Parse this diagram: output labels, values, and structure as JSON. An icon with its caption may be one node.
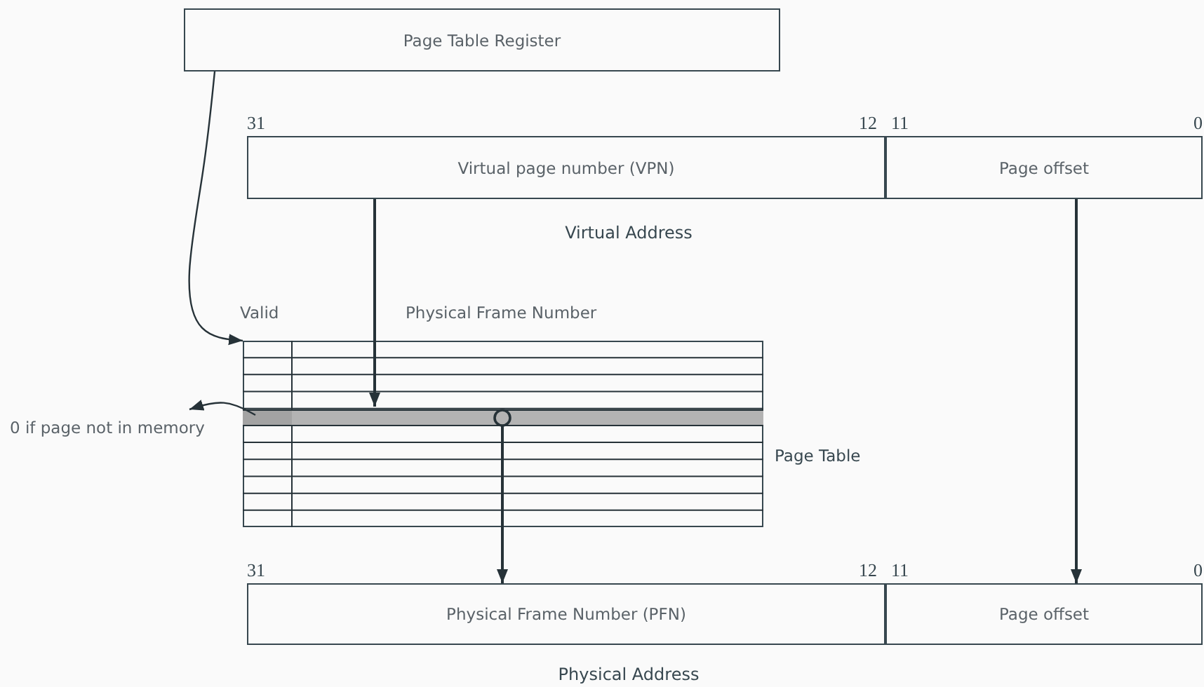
{
  "diagram": {
    "nodes": [
      {
        "text": [
          "Page Table Register"
        ]
      },
      {
        "text": [
          "Virtual page number (VPN)"
        ]
      },
      {
        "text": [
          "Page offset"
        ]
      },
      {
        "text": [],
        "shape": "box",
        "beside": [
          "Valid",
          "Physical Frame Number",
          "Page Table"
        ]
      },
      {
        "text": [],
        "shape": "bar",
        "in": 3
      },
      {
        "text": [
          "0 if page not in memory"
        ]
      },
      {
        "text": [
          "Physical Frame Number (PFN)"
        ]
      },
      {
        "text": [
          "Page offset"
        ]
      }
    ],
    "edges": [
      {
        "from": 0,
        "to": 3,
        "arrow": "to"
      },
      {
        "from": 1,
        "to": 4,
        "arrow": "to"
      },
      {
        "from": 4,
        "to": 5,
        "arrow": "to"
      },
      {
        "from": 4,
        "to": 6,
        "arrow": "to"
      },
      {
        "from": 2,
        "to": 7,
        "arrow": "to"
      }
    ],
    "labels": [
      "31",
      "12",
      "11",
      "0",
      "Virtual Address",
      "31",
      "12",
      "11",
      "0",
      "Physical Address"
    ]
  }
}
